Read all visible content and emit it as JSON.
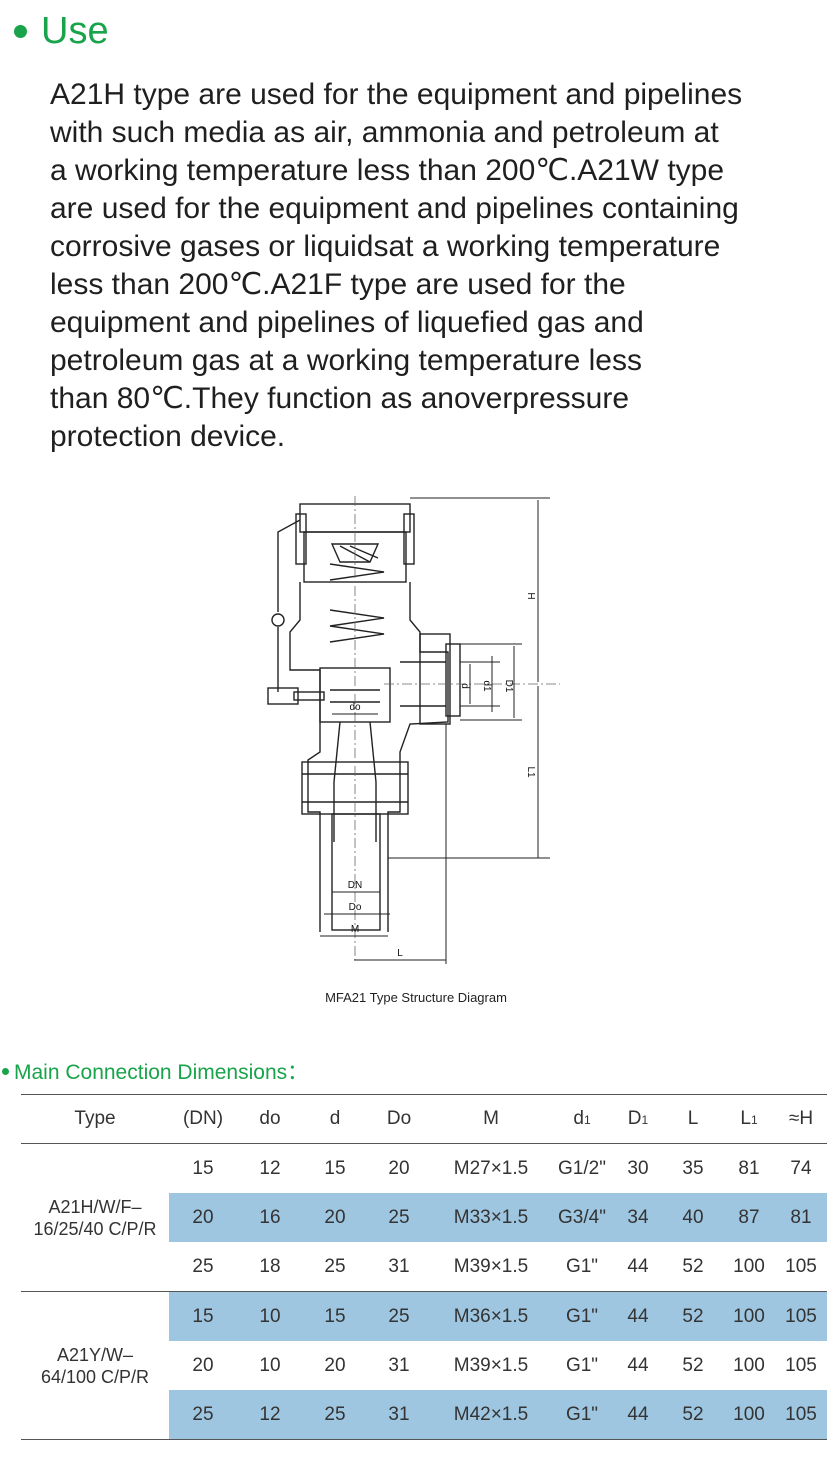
{
  "use": {
    "heading": "Use",
    "lines": [
      "A21H type are used for the equipment and pipelines",
      "with such media as air, ammonia and petroleum at",
      "a working temperature less than 200℃.A21W type",
      "are used for the equipment and pipelines containing",
      "corrosive gases or liquidsat a working temperature",
      "less than 200℃.A21F type are used for the",
      "equipment and pipelines of liquefied gas and",
      "petroleum gas at a working temperature less",
      "than 80℃.They function as anoverpressure",
      "protection device."
    ]
  },
  "diagram": {
    "labels": {
      "H": "H",
      "L1": "L1",
      "d": "d",
      "d1": "d1",
      "D1": "D1",
      "do": "do",
      "DN": "DN",
      "Do": "Do",
      "M": "M",
      "L": "L"
    },
    "caption": "MFA21 Type Structure Diagram"
  },
  "dimensions": {
    "title": "Main Connection Dimensions：",
    "headers": [
      "Type",
      "(DN)",
      "do",
      "d",
      "Do",
      "M",
      "d",
      "D",
      "L",
      "L",
      "≈H"
    ],
    "header_subscripts": {
      "d": "1",
      "D": "1",
      "L": "1"
    },
    "groups": [
      {
        "type_lines": [
          "A21H/W/F–",
          "16/25/40 C/P/R"
        ],
        "rows": [
          [
            "15",
            "12",
            "15",
            "20",
            "M27×1.5",
            "G1/2\"",
            "30",
            "35",
            "81",
            "74"
          ],
          [
            "20",
            "16",
            "20",
            "25",
            "M33×1.5",
            "G3/4\"",
            "34",
            "40",
            "87",
            "81"
          ],
          [
            "25",
            "18",
            "25",
            "31",
            "M39×1.5",
            "G1\"",
            "44",
            "52",
            "100",
            "105"
          ]
        ]
      },
      {
        "type_lines": [
          "A21Y/W–",
          "64/100 C/P/R"
        ],
        "rows": [
          [
            "15",
            "10",
            "15",
            "25",
            "M36×1.5",
            "G1\"",
            "44",
            "52",
            "100",
            "105"
          ],
          [
            "20",
            "10",
            "20",
            "31",
            "M39×1.5",
            "G1\"",
            "44",
            "52",
            "100",
            "105"
          ],
          [
            "25",
            "12",
            "25",
            "31",
            "M42×1.5",
            "G1\"",
            "44",
            "52",
            "100",
            "105"
          ]
        ]
      }
    ],
    "highlight_color": "#9ec6e0"
  },
  "colors": {
    "accent": "#19a34a"
  }
}
